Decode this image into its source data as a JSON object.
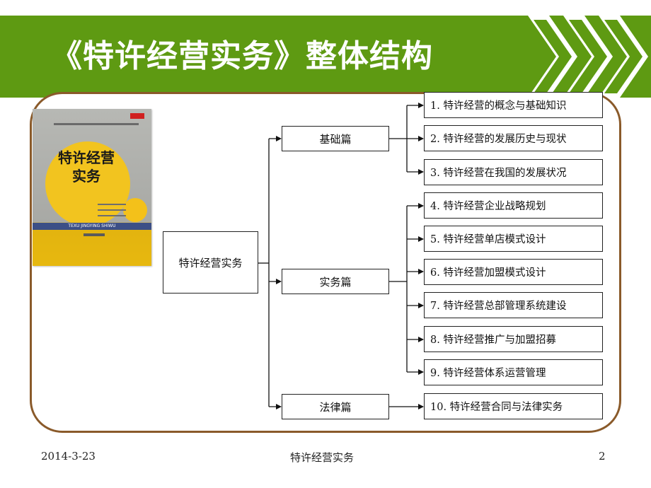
{
  "slide": {
    "title": "《特许经营实务》整体结构"
  },
  "book": {
    "title_line1": "特许经营",
    "title_line2": "实务",
    "band": "TEXU JINGYING SHIWU"
  },
  "tree": {
    "root": "特许经营实务",
    "sections": [
      {
        "label": "基础篇"
      },
      {
        "label": "实务篇"
      },
      {
        "label": "法律篇"
      }
    ],
    "chapters": [
      "1. 特许经营的概念与基础知识",
      "2. 特许经营的发展历史与现状",
      "3. 特许经营在我国的发展状况",
      "4. 特许经营企业战略规划",
      "5. 特许经营单店模式设计",
      "6. 特许经营加盟模式设计",
      "7. 特许经营总部管理系统建设",
      "8. 特许经营推广与加盟招募",
      "9. 特许经营体系运营管理",
      "10. 特许经营合同与法律实务"
    ]
  },
  "footer": {
    "date": "2014-3-23",
    "center": "特许经营实务",
    "page": "2"
  },
  "colors": {
    "title_bar": "#5e9a12",
    "frame": "#8a5a2a"
  }
}
